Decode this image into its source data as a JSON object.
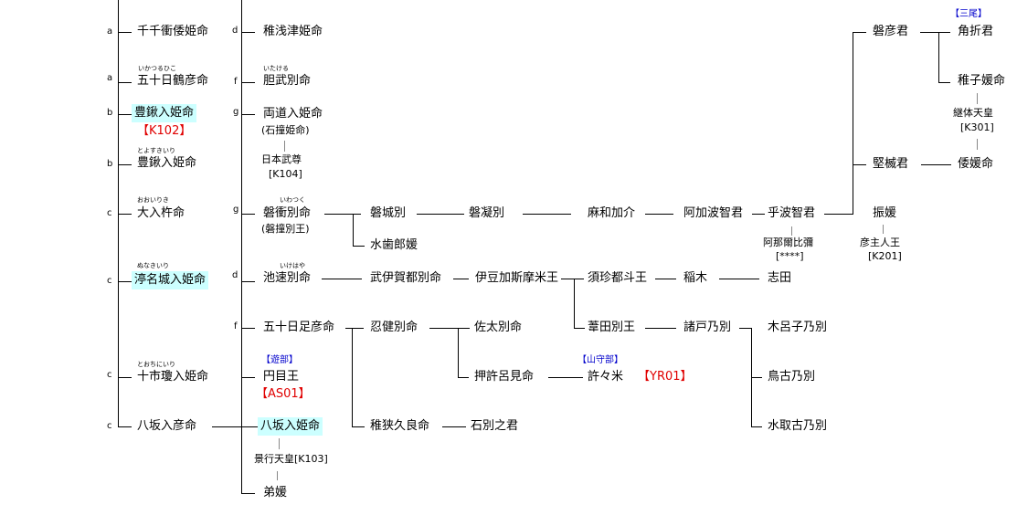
{
  "letters": {
    "l1": "a",
    "l2": "a",
    "l3": "b",
    "l4": "b",
    "l5": "c",
    "l6": "c",
    "l7": "c",
    "l8": "c",
    "m1": "d",
    "m2": "f",
    "m3": "g",
    "m4": "g",
    "m5": "d",
    "m6": "f"
  },
  "col1": {
    "chichi": "千千衝倭姫命",
    "ikatsuru_ruby": "いかつるひこ",
    "ikatsuru": "五十日鶴彦命",
    "toyosuki1": "豊鍬入姫命",
    "toyosuki1_code": "【K102】",
    "toyosuki2_ruby": "とよすきいり",
    "toyosuki2": "豊鍬入姫命",
    "ooiri_ruby": "おおいりき",
    "ooiri": "大入杵命",
    "nunaki_ruby": "ぬなきいり",
    "nunaki": "渟名城入姫命",
    "tochini_ruby": "とおちにいり",
    "tochini": "十市瓊入姫命",
    "yasakairihiko": "八坂入彦命"
  },
  "col2": {
    "nuasatsu": "稚浅津姫命",
    "itakeru_ruby": "いたける",
    "itakeru": "胆武別命",
    "futaji": "両道入姫命",
    "futaji_alt": "(石撞姫命)",
    "yamato_takeru": "日本武尊",
    "yamato_takeru_code": "[K104]",
    "iwatsuku_ruby": "いわつく",
    "iwatsuku": "磐衝別命",
    "iwatsuku_alt": "(磐撞別王)",
    "ikehaya_ruby": "いけはや",
    "ikehaya": "池速別命",
    "ikahitarashi": "五十日足彦命",
    "asobe_group": "【遊部】",
    "tsubura": "円目王",
    "tsubura_code": "【AS01】",
    "yasakairihime": "八坂入姫命",
    "keiko": "景行天皇[K103]",
    "ototachibana": "弟媛"
  },
  "col3": {
    "iwaki": "磐城別",
    "mizuhanoiratsume": "水歯郎媛",
    "takeigatsu": "武伊賀都別命",
    "oshitake": "忍健別命",
    "wakasaku": "稚狭久良命"
  },
  "col4": {
    "iwagori": "磐凝別",
    "izukashima": "伊豆加斯摩米王",
    "sata": "佐太別命",
    "oshikoromi": "押許呂見命",
    "ishiwake": "石別之君"
  },
  "col5": {
    "mawaka": "麻和加介",
    "susutsu": "須珍都斗王",
    "ayata": "葦田別王",
    "yamamori_group": "【山守部】",
    "kokome": "許々米",
    "kokome_code": "【YR01】"
  },
  "col6": {
    "akahachi": "阿加波智君",
    "inagi": "稲木",
    "morotono": "諸戸乃別"
  },
  "col7": {
    "kohachi": "乎波智君",
    "anaeni": "阿那爾比彌",
    "anaeni_code": "[****]",
    "shida": "志田",
    "kiroshi": "木呂子乃別",
    "torikono": "鳥古乃別",
    "mitori": "水取古乃別"
  },
  "col8": {
    "iwahiko": "磐彦君",
    "katasu": "堅楲君",
    "furihime": "振媛",
    "hikoushi": "彦主人王",
    "hikoushi_code": "[K201]"
  },
  "col9": {
    "mio_group": "【三尾】",
    "tsunoori": "角折君",
    "wakako": "稚子媛命",
    "keitai": "継体天皇",
    "keitai_code": "[K301]",
    "yamato_hime": "倭媛命"
  }
}
